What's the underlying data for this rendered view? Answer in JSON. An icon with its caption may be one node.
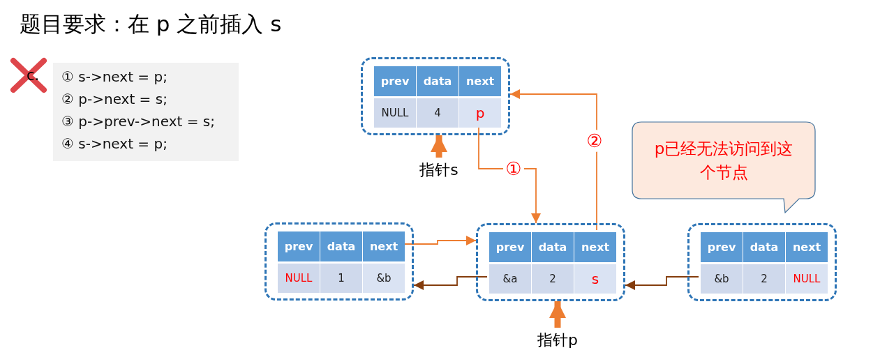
{
  "diagram": {
    "title": "题目要求：在 p 之前插入 s",
    "nodes": [
      {
        "text": [
          "① s->next = p;",
          "② p->next = s;",
          "③ p->prev->next = s;",
          "④ s->next = p;"
        ]
      },
      {
        "text": [],
        "shape": "box"
      },
      {
        "text": [
          "prev"
        ],
        "in": 1
      },
      {
        "text": [
          "data"
        ],
        "in": 1
      },
      {
        "text": [
          "next"
        ],
        "in": 1
      },
      {
        "text": [
          "NULL"
        ],
        "in": 1
      },
      {
        "text": [
          "4"
        ],
        "in": 1
      },
      {
        "text": [
          "p"
        ],
        "in": 1
      },
      {
        "text": [
          "指针s"
        ]
      },
      {
        "text": [
          "p已经无法访问到这个节点"
        ]
      },
      {
        "text": [],
        "shape": "box"
      },
      {
        "text": [
          "prev"
        ],
        "in": 10
      },
      {
        "text": [
          "data"
        ],
        "in": 10
      },
      {
        "text": [
          "next"
        ],
        "in": 10
      },
      {
        "text": [
          "NULL"
        ],
        "in": 10
      },
      {
        "text": [
          "1"
        ],
        "in": 10
      },
      {
        "text": [
          "&b"
        ],
        "in": 10
      },
      {
        "text": [],
        "shape": "box"
      },
      {
        "text": [
          "prev"
        ],
        "in": 17
      },
      {
        "text": [
          "data"
        ],
        "in": 17
      },
      {
        "text": [
          "next"
        ],
        "in": 17
      },
      {
        "text": [
          "&a"
        ],
        "in": 17
      },
      {
        "text": [
          "2"
        ],
        "in": 17
      },
      {
        "text": [
          "s"
        ],
        "in": 17
      },
      {
        "text": [],
        "shape": "box"
      },
      {
        "text": [
          "prev"
        ],
        "in": 24
      },
      {
        "text": [
          "data"
        ],
        "in": 24
      },
      {
        "text": [
          "next"
        ],
        "in": 24
      },
      {
        "text": [
          "&b"
        ],
        "in": 24
      },
      {
        "text": [
          "2"
        ],
        "in": 24
      },
      {
        "text": [
          "NULL"
        ],
        "in": 24
      },
      {
        "text": [
          "指针p"
        ]
      }
    ],
    "edges": [
      {
        "from": 7,
        "to": 17,
        "arrow": "to",
        "label": "①"
      },
      {
        "from": 20,
        "to": 1,
        "arrow": "to",
        "label": "②"
      },
      {
        "from": 13,
        "to": 17,
        "arrow": "to"
      },
      {
        "from": 21,
        "to": 10,
        "arrow": "to",
        "color": "#843c0c"
      },
      {
        "from": 28,
        "to": 17,
        "arrow": "to",
        "color": "#843c0c"
      },
      {
        "from": 8,
        "to": 1,
        "arrow": "to",
        "style": "thick"
      },
      {
        "from": 31,
        "to": 17,
        "arrow": "to",
        "style": "thick"
      }
    ],
    "labels": [
      "c."
    ]
  }
}
